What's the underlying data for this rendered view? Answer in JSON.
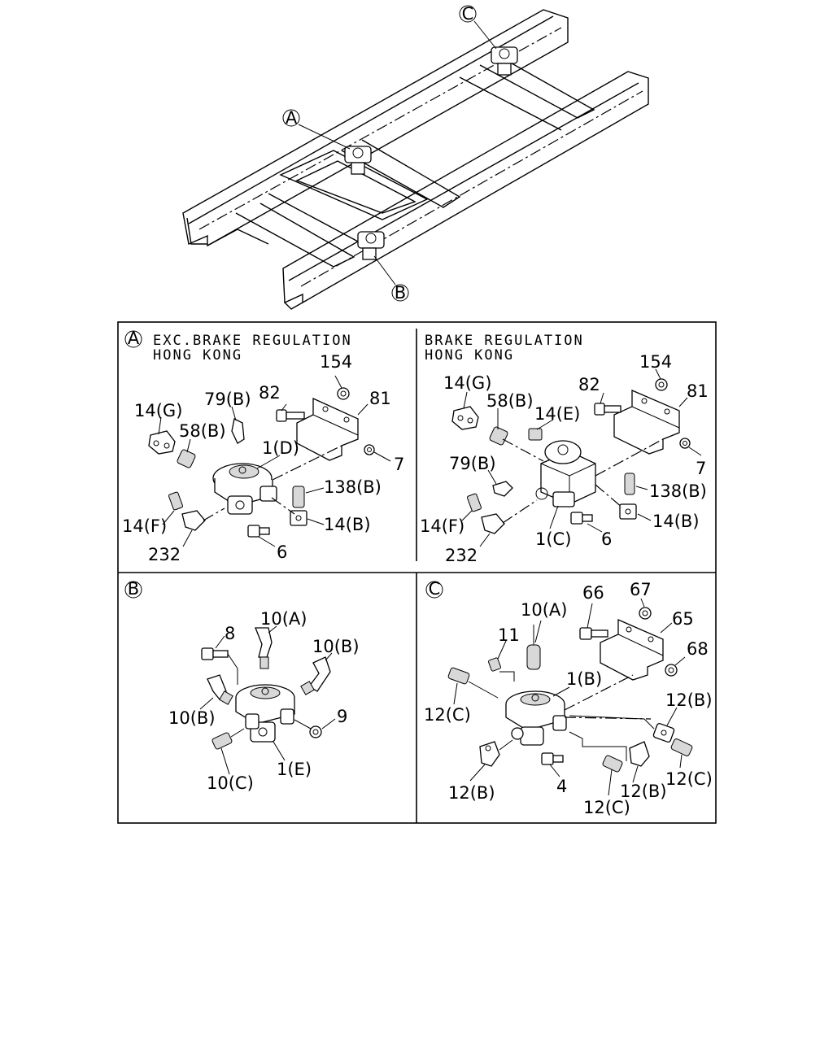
{
  "callouts": {
    "a": "A",
    "b": "B",
    "c": "C"
  },
  "panel_a_left": {
    "caption_line1": "EXC.BRAKE REGULATION",
    "caption_line2": "HONG KONG",
    "labels": [
      "154",
      "82",
      "81",
      "79(B)",
      "14(G)",
      "58(B)",
      "1(D)",
      "7",
      "138(B)",
      "14(F)",
      "14(B)",
      "232",
      "6"
    ]
  },
  "panel_a_right": {
    "caption_line1": "BRAKE REGULATION",
    "caption_line2": "HONG KONG",
    "labels": [
      "154",
      "82",
      "81",
      "14(G)",
      "58(B)",
      "14(E)",
      "7",
      "79(B)",
      "138(B)",
      "14(F)",
      "14(B)",
      "1(C)",
      "6",
      "232"
    ]
  },
  "panel_b": {
    "labels": [
      "8",
      "10(A)",
      "10(B)",
      "10(B)",
      "9",
      "10(C)",
      "1(E)"
    ]
  },
  "panel_c": {
    "labels": [
      "66",
      "67",
      "10(A)",
      "65",
      "11",
      "68",
      "1(B)",
      "12(C)",
      "12(B)",
      "12(B)",
      "12(C)",
      "4",
      "12(B)",
      "12(C)"
    ]
  }
}
